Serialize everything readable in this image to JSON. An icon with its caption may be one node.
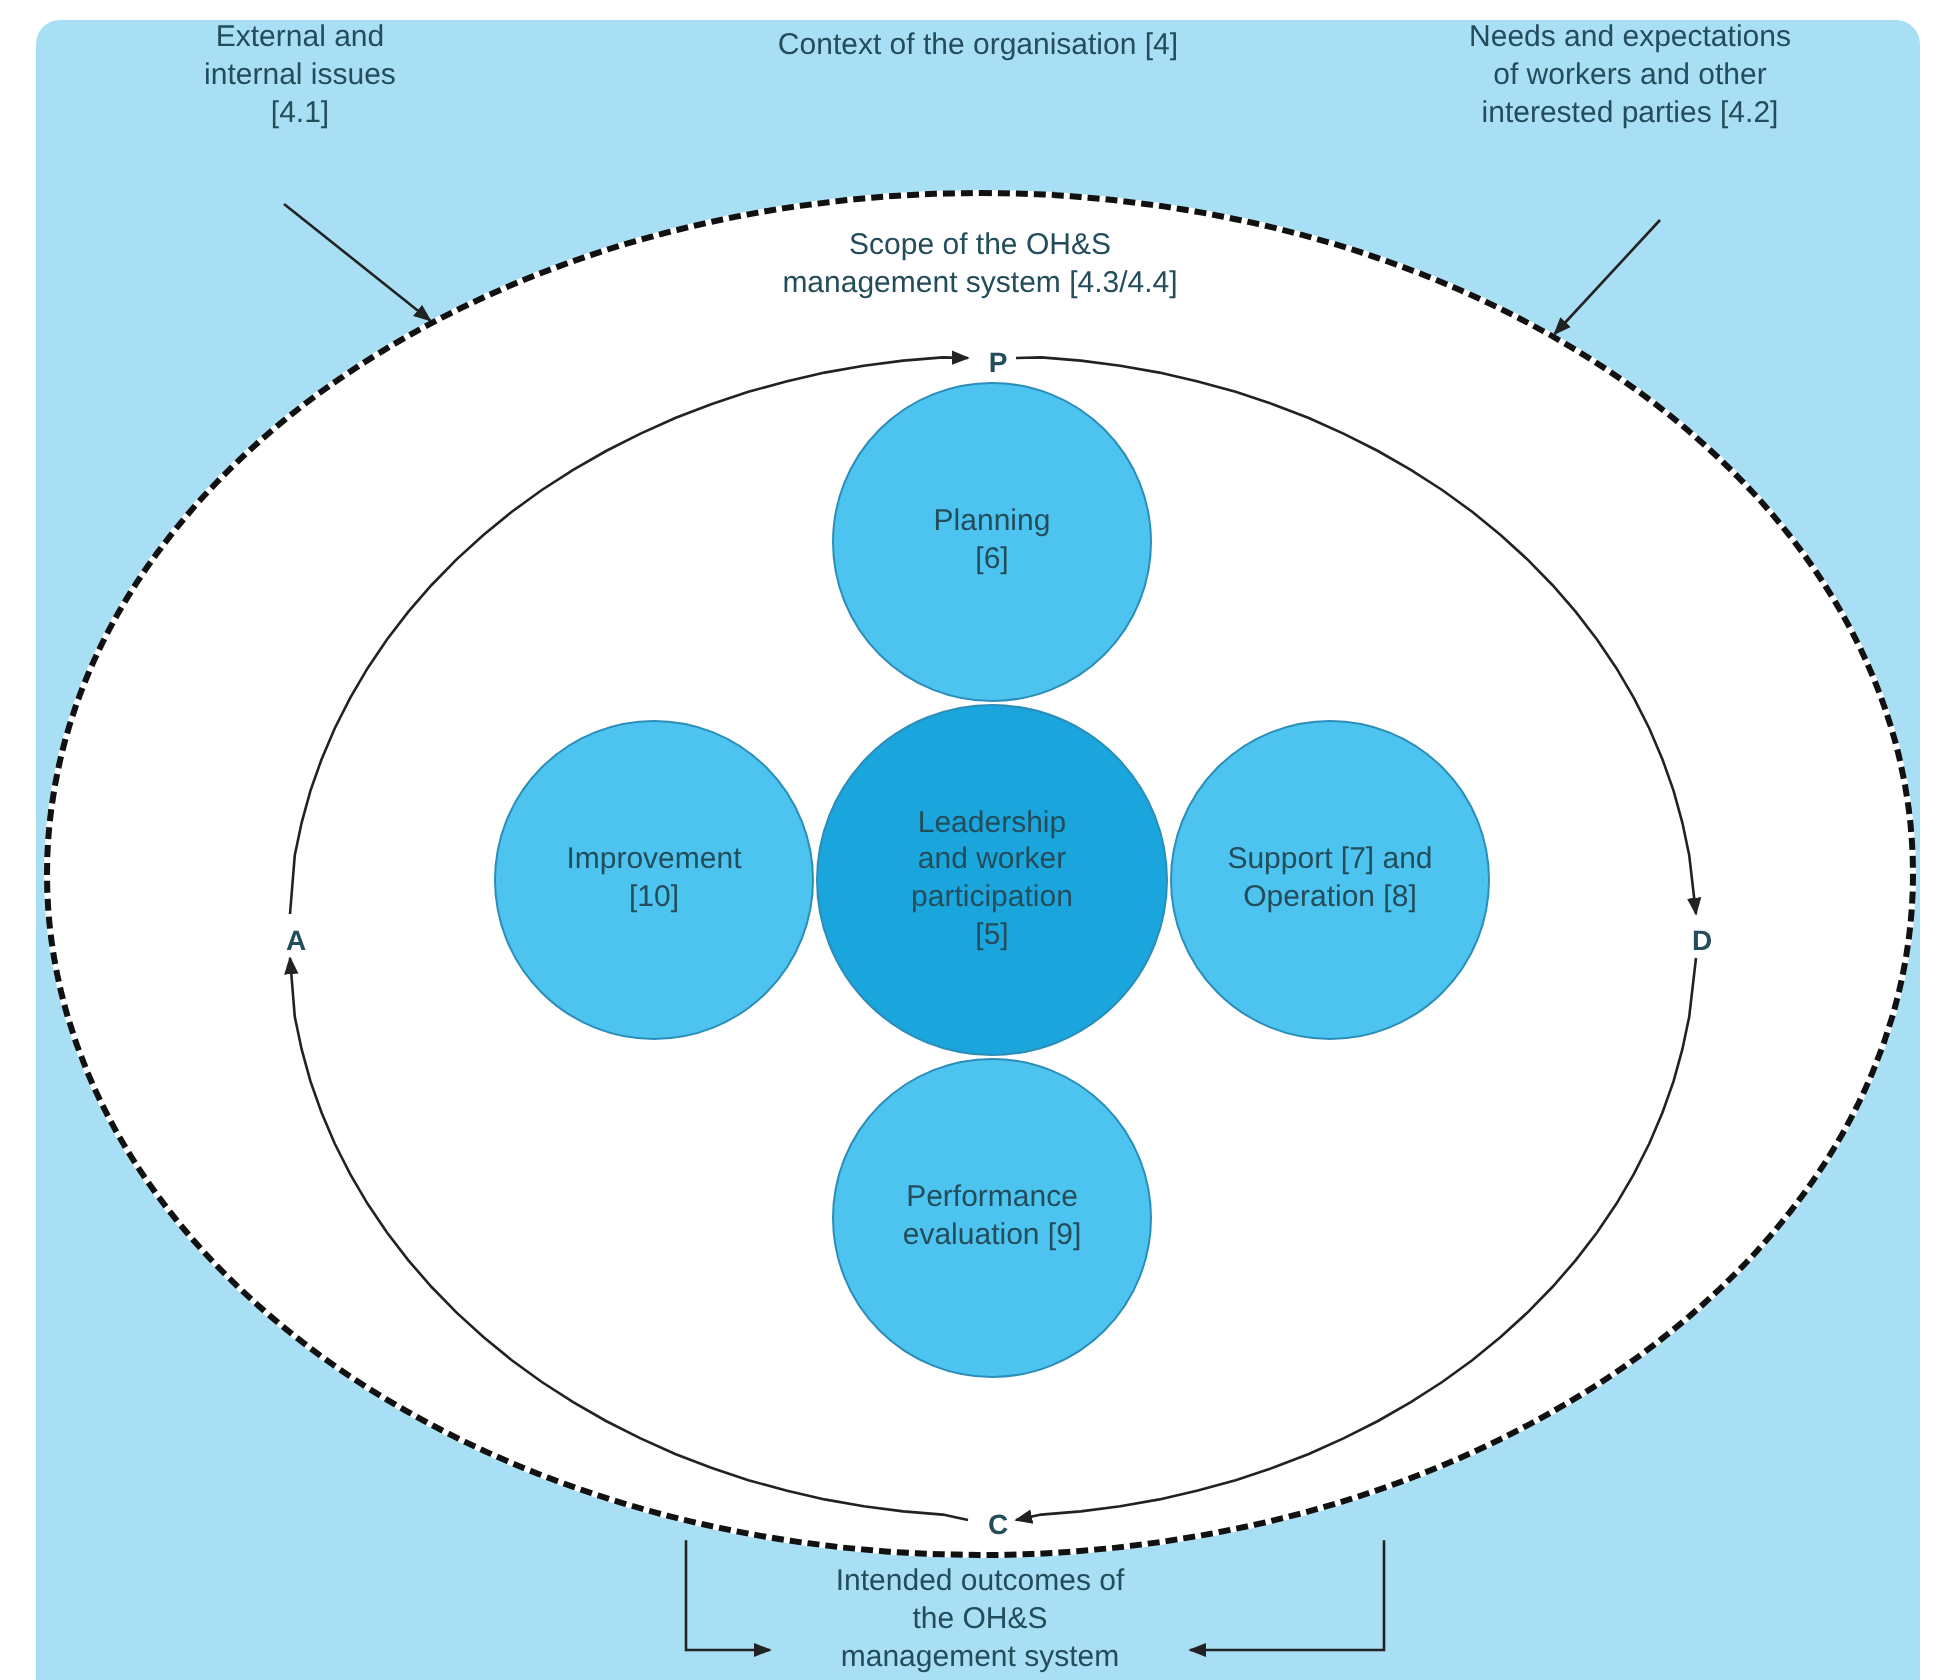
{
  "diagram": {
    "nodes": [
      {
        "text": [
          "Context of the organisation [4]"
        ]
      },
      {
        "text": [
          "External and internal issues [4.1]"
        ],
        "in": 0
      },
      {
        "text": [
          "Needs and expectations of workers and other interested parties [4.2]"
        ],
        "in": 0
      },
      {
        "text": [
          "Scope of the OH&S management system [4.3/4.4]"
        ],
        "in": 0
      },
      {
        "text": [
          "P"
        ],
        "in": 3
      },
      {
        "text": [
          "D"
        ],
        "in": 3
      },
      {
        "text": [
          "C"
        ],
        "in": 3
      },
      {
        "text": [
          "A"
        ],
        "in": 3
      },
      {
        "text": [
          "Planning [6]"
        ],
        "in": 3
      },
      {
        "text": [
          "Improvement [10]"
        ],
        "in": 3
      },
      {
        "text": [
          "Leadership and worker participation [5]"
        ],
        "in": 3
      },
      {
        "text": [
          "Support [7] and Operation [8]"
        ],
        "in": 3
      },
      {
        "text": [
          "Performance evaluation [9]"
        ],
        "in": 3
      },
      {
        "text": [
          "Intended outcomes of the OH&S management system"
        ],
        "in": 0
      }
    ],
    "edges": [
      {
        "from": 1,
        "to": 3,
        "arrow": "to"
      },
      {
        "from": 2,
        "to": 3,
        "arrow": "to"
      },
      {
        "from": 4,
        "to": 5,
        "arrow": "to"
      },
      {
        "from": 5,
        "to": 6,
        "arrow": "to"
      },
      {
        "from": 6,
        "to": 7,
        "arrow": "to"
      },
      {
        "from": 7,
        "to": 4,
        "arrow": "to"
      },
      {
        "from": 3,
        "to": 13,
        "arrow": "to"
      },
      {
        "from": 3,
        "to": 13,
        "arrow": "to"
      }
    ]
  }
}
